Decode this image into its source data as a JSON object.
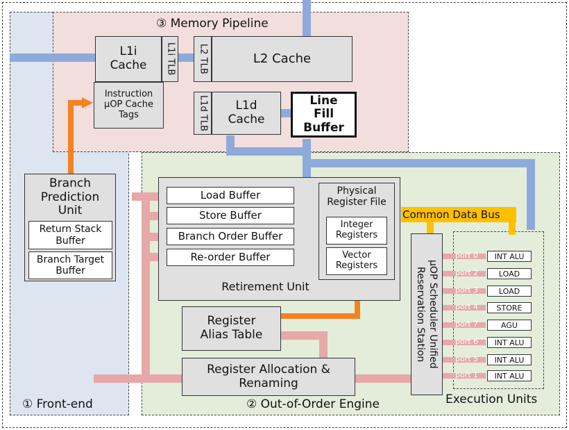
{
  "regions": {
    "frontend": "① Front-end",
    "memory": "③ Memory Pipeline",
    "ooo": "② Out-of-Order Engine",
    "exec": "Execution Units"
  },
  "memory": {
    "l1i": "L1i Cache",
    "l1i_tlb": "L1i TLB",
    "l2_tlb": "L2 TLB",
    "l2": "L2 Cache",
    "l1d_tlb": "L1d TLB",
    "l1d": "L1d Cache",
    "lfb": "Line Fill Buffer",
    "uop_tags": "Instruction µOP Cache Tags"
  },
  "frontend": {
    "bpu": "Branch Prediction Unit",
    "rsb": "Return Stack Buffer",
    "btb": "Branch Target Buffer"
  },
  "retirement": {
    "title": "Retirement Unit",
    "load": "Load Buffer",
    "store": "Store Buffer",
    "branch_order": "Branch Order Buffer",
    "reorder": "Re-order Buffer",
    "prf": "Physical Register File",
    "int_regs": "Integer Registers",
    "vec_regs": "Vector Registers"
  },
  "rat": "Register Alias Table",
  "rename": "Register Allocation & Renaming",
  "scheduler": "µOP Scheduler Unified Reservation Station",
  "cdb": "Common Data Bus",
  "ports": [
    {
      "port": "port 0",
      "unit": "INT ALU"
    },
    {
      "port": "port 2",
      "unit": "LOAD"
    },
    {
      "port": "port 3",
      "unit": "LOAD"
    },
    {
      "port": "port 4",
      "unit": "STORE"
    },
    {
      "port": "port 7",
      "unit": "AGU"
    },
    {
      "port": "port 6",
      "unit": "INT ALU"
    },
    {
      "port": "port 5",
      "unit": "INT ALU"
    },
    {
      "port": "port 1",
      "unit": "INT ALU"
    }
  ],
  "colors": {
    "blue_bus": "#8eaadb",
    "pink_bus": "#e6a8a8",
    "orange": "#f58220",
    "yellow": "#ffc000",
    "frontend_bg": "#dde6f0",
    "memory_bg": "#f3dede",
    "ooo_bg": "#e4edda"
  }
}
